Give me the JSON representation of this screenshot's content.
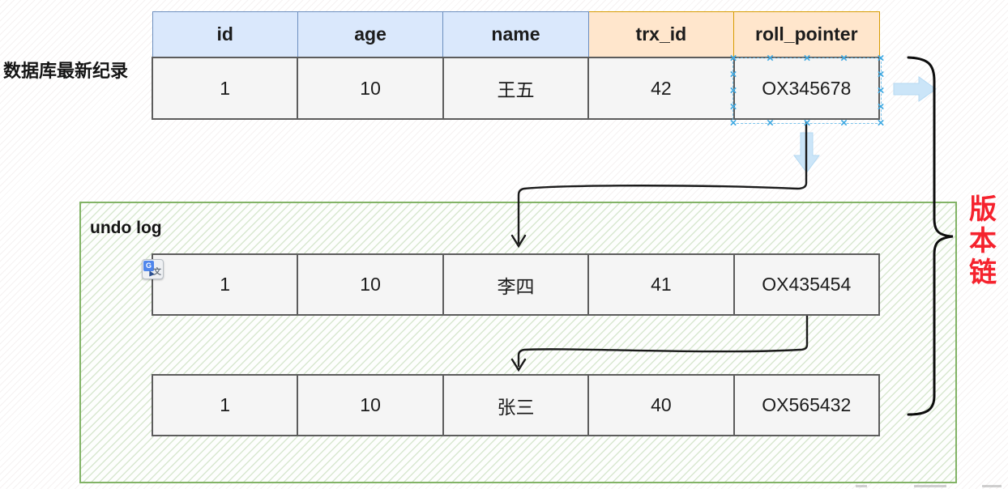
{
  "diagram": {
    "latest_record_label": "数据库最新纪录",
    "undo_log_label": "undo log",
    "version_chain_label": "版本链",
    "main_table": {
      "headers": [
        "id",
        "age",
        "name",
        "trx_id",
        "roll_pointer"
      ],
      "row": [
        "1",
        "10",
        "王五",
        "42",
        "OX345678"
      ]
    },
    "undo_rows": [
      [
        "1",
        "10",
        "李四",
        "41",
        "OX435454"
      ],
      [
        "1",
        "10",
        "张三",
        "40",
        "OX565432"
      ]
    ],
    "icons": {
      "selection_handle_glyph": "×",
      "translate_icon_g": "G",
      "translate_icon_wen": "文"
    },
    "colors": {
      "header_blue_bg": "#dae8fc",
      "header_blue_border": "#6c8ebf",
      "header_orange_bg": "#ffe6cc",
      "header_orange_border": "#d79b00",
      "cell_bg": "#f5f5f5",
      "cell_border": "#5c5c5c",
      "undo_box_border": "#82b366",
      "selection_handle": "#3fa9e2",
      "arrow_black": "#1a1a1a",
      "soft_arrow_blue": "#cbe5f8",
      "version_chain_red": "#f5222d"
    }
  }
}
